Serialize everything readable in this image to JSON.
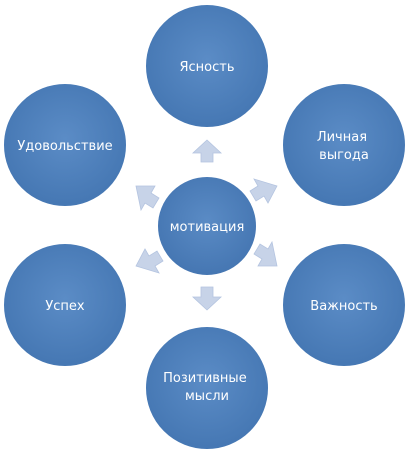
{
  "diagram": {
    "center": {
      "label": "мотивация"
    },
    "nodes": [
      {
        "id": "top",
        "lines": [
          "Ясность"
        ]
      },
      {
        "id": "upper-right",
        "lines": [
          "Личная",
          "выгода"
        ]
      },
      {
        "id": "lower-right",
        "lines": [
          "Важность"
        ]
      },
      {
        "id": "bottom",
        "lines": [
          "Позитивные",
          "мысли"
        ]
      },
      {
        "id": "lower-left",
        "lines": [
          "Успех"
        ]
      },
      {
        "id": "upper-left",
        "lines": [
          "Удовольствие"
        ]
      }
    ]
  },
  "colors": {
    "node_fill": "#4f81bd",
    "arrow_fill": "#c7d3e8"
  }
}
